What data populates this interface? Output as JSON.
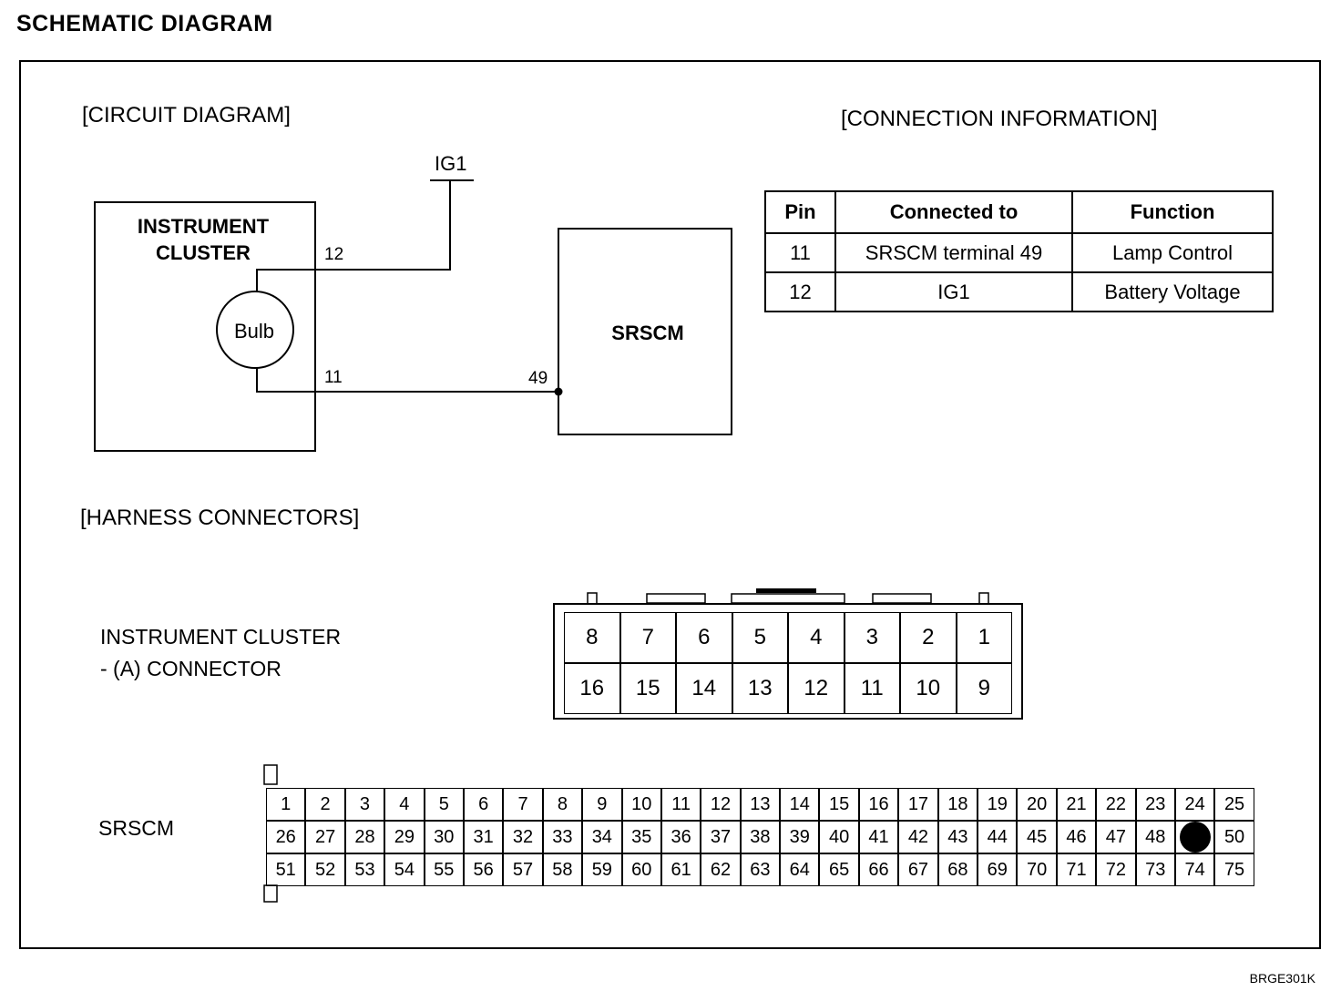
{
  "page_title": "SCHEMATIC DIAGRAM",
  "sections": {
    "circuit": "[CIRCUIT DIAGRAM]",
    "connection": "[CONNECTION INFORMATION]",
    "harness": "[HARNESS CONNECTORS]"
  },
  "circuit": {
    "ig1_label": "IG1",
    "cluster_title_line1": "INSTRUMENT",
    "cluster_title_line2": "CLUSTER",
    "bulb_label": "Bulb",
    "pin_12": "12",
    "pin_11": "11",
    "pin_49": "49",
    "srscm_label": "SRSCM"
  },
  "connection_table": {
    "headers": [
      "Pin",
      "Connected to",
      "Function"
    ],
    "rows": [
      [
        "11",
        "SRSCM terminal 49",
        "Lamp Control"
      ],
      [
        "12",
        "IG1",
        "Battery Voltage"
      ]
    ]
  },
  "harness": {
    "ic_label_line1": "INSTRUMENT CLUSTER",
    "ic_label_line2": "- (A) CONNECTOR",
    "ic_rows": [
      [
        "8",
        "7",
        "6",
        "5",
        "4",
        "3",
        "2",
        "1"
      ],
      [
        "16",
        "15",
        "14",
        "13",
        "12",
        "11",
        "10",
        "9"
      ]
    ],
    "srscm_label": "SRSCM",
    "srscm_rows": [
      [
        "1",
        "2",
        "3",
        "4",
        "5",
        "6",
        "7",
        "8",
        "9",
        "10",
        "11",
        "12",
        "13",
        "14",
        "15",
        "16",
        "17",
        "18",
        "19",
        "20",
        "21",
        "22",
        "23",
        "24",
        "25"
      ],
      [
        "26",
        "27",
        "28",
        "29",
        "30",
        "31",
        "32",
        "33",
        "34",
        "35",
        "36",
        "37",
        "38",
        "39",
        "40",
        "41",
        "42",
        "43",
        "44",
        "45",
        "46",
        "47",
        "48",
        "",
        "50"
      ],
      [
        "51",
        "52",
        "53",
        "54",
        "55",
        "56",
        "57",
        "58",
        "59",
        "60",
        "61",
        "62",
        "63",
        "64",
        "65",
        "66",
        "67",
        "68",
        "69",
        "70",
        "71",
        "72",
        "73",
        "74",
        "75"
      ]
    ],
    "srscm_filled_pin": "49"
  },
  "figure_code": "BRGE301K"
}
